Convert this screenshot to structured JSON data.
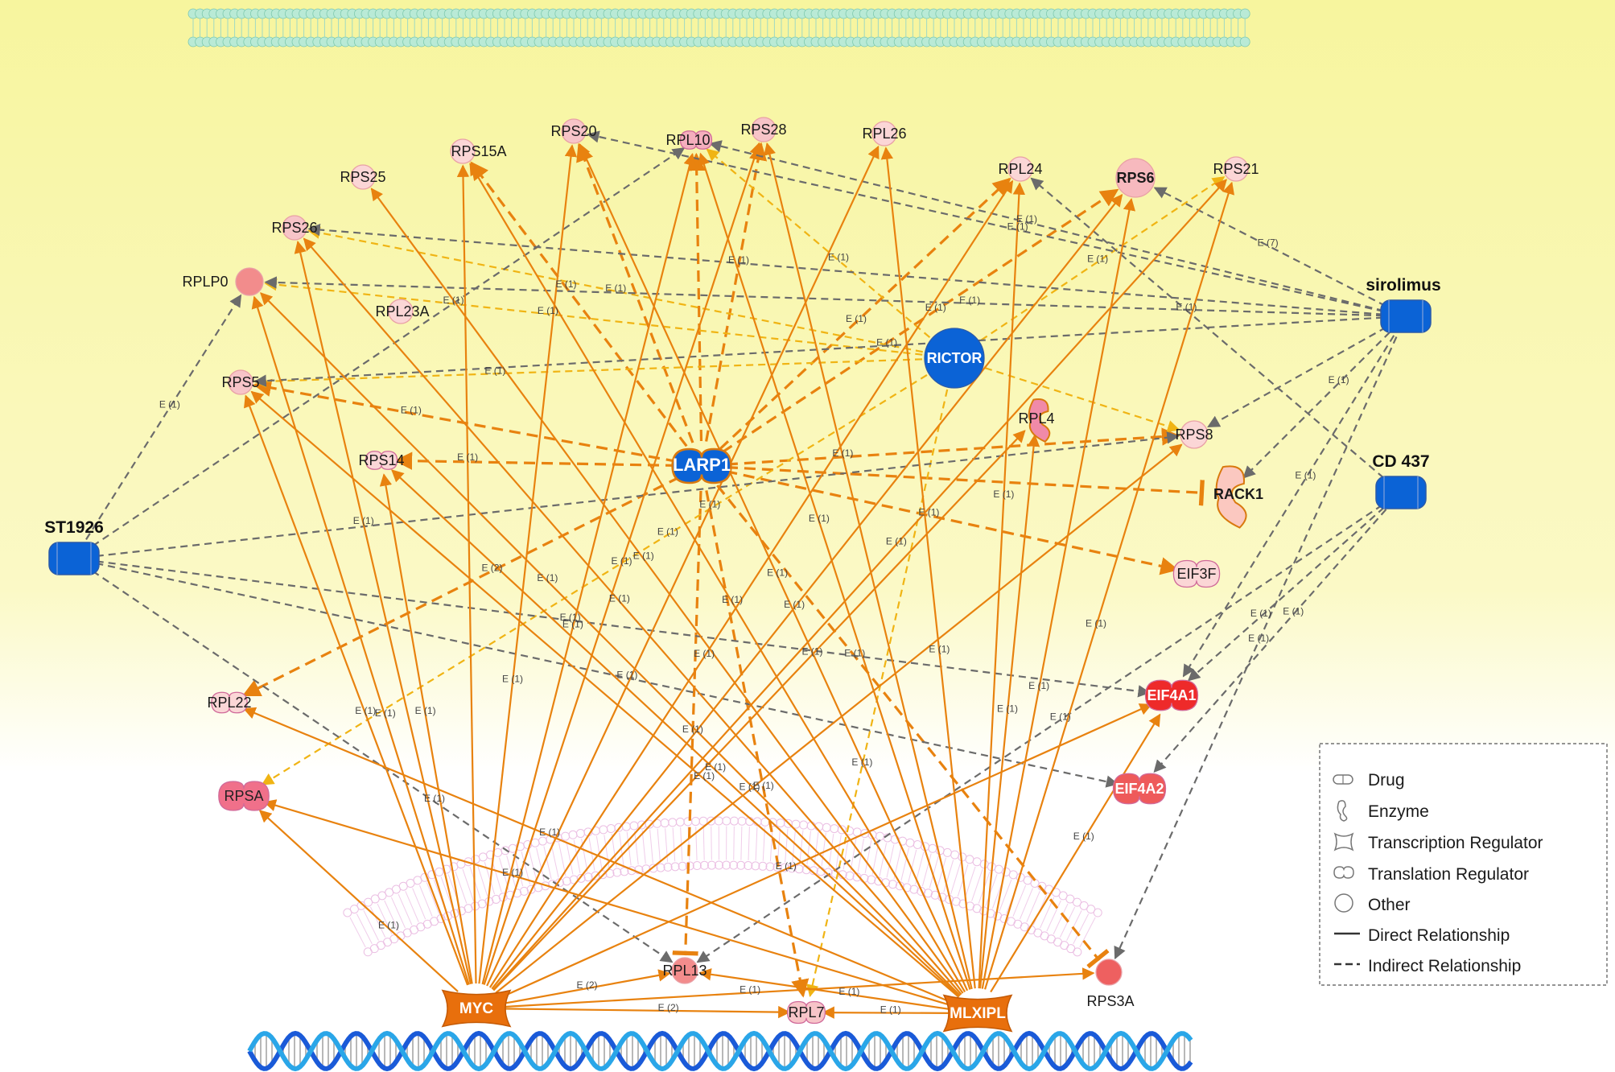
{
  "nodes": [
    {
      "id": "RPS20",
      "label": "RPS20",
      "type": "other",
      "fill": "#f7c4c8"
    },
    {
      "id": "RPL10",
      "label": "RPL10",
      "type": "translation",
      "fill": "#f4aebd"
    },
    {
      "id": "RPS28",
      "label": "RPS28",
      "type": "other",
      "fill": "#f7c4c8"
    },
    {
      "id": "RPL26",
      "label": "RPL26",
      "type": "other",
      "fill": "#fbd6d6"
    },
    {
      "id": "RPS15A",
      "label": "RPS15A",
      "type": "other",
      "fill": "#fbd6d6"
    },
    {
      "id": "RPS25",
      "label": "RPS25",
      "type": "other",
      "fill": "#fbd6d6"
    },
    {
      "id": "RPL24",
      "label": "RPL24",
      "type": "other",
      "fill": "#fbd6d6"
    },
    {
      "id": "RPS6",
      "label": "RPS6",
      "type": "other",
      "fill": "#f7b9be"
    },
    {
      "id": "RPS21",
      "label": "RPS21",
      "type": "other",
      "fill": "#fbd6d6"
    },
    {
      "id": "RPS26",
      "label": "RPS26",
      "type": "other",
      "fill": "#f7c4c8"
    },
    {
      "id": "RPLP0",
      "label": "RPLP0",
      "type": "other",
      "fill": "#f28c8c"
    },
    {
      "id": "RPL23A",
      "label": "RPL23A",
      "type": "other",
      "fill": "#fbd6d6"
    },
    {
      "id": "RICTOR",
      "label": "RICTOR",
      "type": "other",
      "fill": "#0b63d6"
    },
    {
      "id": "RPS5",
      "label": "RPS5",
      "type": "other",
      "fill": "#f7c4c8"
    },
    {
      "id": "RPL4",
      "label": "RPL4",
      "type": "enzyme",
      "fill": "#f08aa8"
    },
    {
      "id": "RPS8",
      "label": "RPS8",
      "type": "other",
      "fill": "#fbd6d6"
    },
    {
      "id": "RPS14",
      "label": "RPS14",
      "type": "translation",
      "fill": "#fbd6d6"
    },
    {
      "id": "LARP1",
      "label": "LARP1",
      "type": "translation",
      "fill": "#0b63d6"
    },
    {
      "id": "RACK1",
      "label": "RACK1",
      "type": "enzyme",
      "fill": "#fbc8c0"
    },
    {
      "id": "EIF3F",
      "label": "EIF3F",
      "type": "translation",
      "fill": "#fbd6d6"
    },
    {
      "id": "ST1926",
      "label": "ST1926",
      "type": "drug",
      "fill": "#0b63d6"
    },
    {
      "id": "sirolimus",
      "label": "sirolimus",
      "type": "drug",
      "fill": "#0b63d6"
    },
    {
      "id": "CD437",
      "label": "CD 437",
      "type": "drug",
      "fill": "#0b63d6"
    },
    {
      "id": "EIF4A1",
      "label": "EIF4A1",
      "type": "translation",
      "fill": "#ee2a2a"
    },
    {
      "id": "EIF4A2",
      "label": "EIF4A2",
      "type": "translation",
      "fill": "#ee5a5a"
    },
    {
      "id": "RPL22",
      "label": "RPL22",
      "type": "translation",
      "fill": "#fbd6d6"
    },
    {
      "id": "RPSA",
      "label": "RPSA",
      "type": "translation",
      "fill": "#f0708a"
    },
    {
      "id": "RPL13",
      "label": "RPL13",
      "type": "other",
      "fill": "#f28c8c"
    },
    {
      "id": "RPL7",
      "label": "RPL7",
      "type": "translation",
      "fill": "#f7c4c8"
    },
    {
      "id": "RPS3A",
      "label": "RPS3A",
      "type": "other",
      "fill": "#ee6060"
    },
    {
      "id": "MYC",
      "label": "MYC",
      "type": "transcription",
      "fill": "#e86f0c"
    },
    {
      "id": "MLXIPL",
      "label": "MLXIPL",
      "type": "transcription",
      "fill": "#e86f0c"
    }
  ],
  "edges": [
    {
      "from": "LARP1",
      "to": "RPS20",
      "style": "dashed",
      "color": "orange",
      "label": "",
      "end": "arrow"
    },
    {
      "from": "LARP1",
      "to": "RPL10",
      "style": "dashed",
      "color": "orange",
      "label": "",
      "end": "arrow"
    },
    {
      "from": "LARP1",
      "to": "RPS28",
      "style": "dashed",
      "color": "orange",
      "label": "",
      "end": "arrow"
    },
    {
      "from": "LARP1",
      "to": "RPS15A",
      "style": "dashed",
      "color": "orange",
      "label": "E (1)",
      "end": "arrow"
    },
    {
      "from": "LARP1",
      "to": "RPS5",
      "style": "dashed",
      "color": "orange",
      "label": "E (1)",
      "end": "arrow"
    },
    {
      "from": "LARP1",
      "to": "RPS14",
      "style": "dashed",
      "color": "orange",
      "label": "",
      "end": "arrow"
    },
    {
      "from": "LARP1",
      "to": "RPL24",
      "style": "dashed",
      "color": "orange",
      "label": "E (1)",
      "end": "arrow"
    },
    {
      "from": "LARP1",
      "to": "RPS6",
      "style": "dashed",
      "color": "orange",
      "label": "E (1)",
      "end": "arrow"
    },
    {
      "from": "LARP1",
      "to": "RPS8",
      "style": "dashed",
      "color": "orange",
      "label": "",
      "end": "arrow"
    },
    {
      "from": "LARP1",
      "to": "RACK1",
      "style": "dashed",
      "color": "orange",
      "label": "",
      "end": "tee"
    },
    {
      "from": "LARP1",
      "to": "EIF3F",
      "style": "dashed",
      "color": "orange",
      "label": "E (1)",
      "end": "arrow"
    },
    {
      "from": "LARP1",
      "to": "RPL13",
      "style": "dashed",
      "color": "orange",
      "label": "E (1)",
      "end": "tee"
    },
    {
      "from": "LARP1",
      "to": "RPL7",
      "style": "dashed",
      "color": "orange",
      "label": "E (1)",
      "end": "arrow"
    },
    {
      "from": "LARP1",
      "to": "RPS3A",
      "style": "dashed",
      "color": "orange",
      "label": "E (1)",
      "end": "tee"
    },
    {
      "from": "LARP1",
      "to": "RPL22",
      "style": "dashed",
      "color": "orange",
      "label": "E (2)",
      "end": "arrow"
    },
    {
      "from": "RICTOR",
      "to": "RPS26",
      "style": "dashed",
      "color": "yellow",
      "label": "E (1)",
      "end": "arrow"
    },
    {
      "from": "RICTOR",
      "to": "RPLP0",
      "style": "dashed",
      "color": "yellow",
      "label": "E (1)",
      "end": "arrow"
    },
    {
      "from": "RICTOR",
      "to": "RPS5",
      "style": "dashed",
      "color": "yellow",
      "label": "E (1)",
      "end": "arrow"
    },
    {
      "from": "RICTOR",
      "to": "RPL10",
      "style": "dashed",
      "color": "yellow",
      "label": "E (1)",
      "end": "arrow"
    },
    {
      "from": "RICTOR",
      "to": "RPS21",
      "style": "dashed",
      "color": "yellow",
      "label": "E (1)",
      "end": "arrow"
    },
    {
      "from": "RICTOR",
      "to": "RPS8",
      "style": "dashed",
      "color": "yellow",
      "label": "",
      "end": "arrow"
    },
    {
      "from": "RICTOR",
      "to": "RPL7",
      "style": "dashed",
      "color": "yellow",
      "label": "E (1)",
      "end": "arrow"
    },
    {
      "from": "RICTOR",
      "to": "RPSA",
      "style": "dashed",
      "color": "yellow",
      "label": "E (1)",
      "end": "arrow"
    },
    {
      "from": "sirolimus",
      "to": "RPS20",
      "style": "dashed",
      "color": "gray",
      "label": "E (1)",
      "end": "arrow"
    },
    {
      "from": "sirolimus",
      "to": "RPL10",
      "style": "dashed",
      "color": "gray",
      "label": "E (1)",
      "end": "arrow"
    },
    {
      "from": "sirolimus",
      "to": "RPS26",
      "style": "dashed",
      "color": "gray",
      "label": "E (1)",
      "end": "arrow"
    },
    {
      "from": "sirolimus",
      "to": "RPLP0",
      "style": "dashed",
      "color": "gray",
      "label": "E (1)",
      "end": "arrow"
    },
    {
      "from": "sirolimus",
      "to": "RPS5",
      "style": "dashed",
      "color": "gray",
      "label": "E (1)",
      "end": "arrow"
    },
    {
      "from": "sirolimus",
      "to": "RPS6",
      "style": "dashed",
      "color": "gray",
      "label": "E (7)",
      "end": "arrow"
    },
    {
      "from": "sirolimus",
      "to": "RPS8",
      "style": "dashed",
      "color": "gray",
      "label": "",
      "end": "arrow"
    },
    {
      "from": "sirolimus",
      "to": "RACK1",
      "style": "dashed",
      "color": "gray",
      "label": "E (1)",
      "end": "arrow"
    },
    {
      "from": "sirolimus",
      "to": "EIF4A1",
      "style": "dashed",
      "color": "gray",
      "label": "E (1)",
      "end": "arrow"
    },
    {
      "from": "sirolimus",
      "to": "RPS3A",
      "style": "dashed",
      "color": "gray",
      "label": "E (1)",
      "end": "arrow"
    },
    {
      "from": "CD437",
      "to": "RPL24",
      "style": "dashed",
      "color": "gray",
      "label": "E (1)",
      "end": "arrow"
    },
    {
      "from": "CD437",
      "to": "EIF4A1",
      "style": "dashed",
      "color": "gray",
      "label": "E (1)",
      "end": "arrow"
    },
    {
      "from": "CD437",
      "to": "EIF4A2",
      "style": "dashed",
      "color": "gray",
      "label": "E (1)",
      "end": "arrow"
    },
    {
      "from": "CD437",
      "to": "RPL13",
      "style": "dashed",
      "color": "gray",
      "label": "E (1)",
      "end": "arrow"
    },
    {
      "from": "ST1926",
      "to": "RPLP0",
      "style": "dashed",
      "color": "gray",
      "label": "E (1)",
      "end": "arrow"
    },
    {
      "from": "ST1926",
      "to": "RPL10",
      "style": "dashed",
      "color": "gray",
      "label": "E (1)",
      "end": "arrow"
    },
    {
      "from": "ST1926",
      "to": "RPS8",
      "style": "dashed",
      "color": "gray",
      "label": "",
      "end": "arrow"
    },
    {
      "from": "ST1926",
      "to": "EIF4A1",
      "style": "dashed",
      "color": "gray",
      "label": "E (1)",
      "end": "arrow"
    },
    {
      "from": "ST1926",
      "to": "EIF4A2",
      "style": "dashed",
      "color": "gray",
      "label": "E (1)",
      "end": "arrow"
    },
    {
      "from": "ST1926",
      "to": "RPL13",
      "style": "dashed",
      "color": "gray",
      "label": "E (1)",
      "end": "arrow"
    },
    {
      "from": "MYC",
      "to": "RPS20",
      "style": "solid",
      "color": "orange",
      "label": "E (1)",
      "end": "arrow"
    },
    {
      "from": "MYC",
      "to": "RPL10",
      "style": "solid",
      "color": "orange",
      "label": "E (1)",
      "end": "arrow"
    },
    {
      "from": "MYC",
      "to": "RPS28",
      "style": "solid",
      "color": "orange",
      "label": "E (1)",
      "end": "arrow"
    },
    {
      "from": "MYC",
      "to": "RPL26",
      "style": "solid",
      "color": "orange",
      "label": "E (1)",
      "end": "arrow"
    },
    {
      "from": "MYC",
      "to": "RPS15A",
      "style": "solid",
      "color": "orange",
      "label": "E (1)",
      "end": "arrow"
    },
    {
      "from": "MYC",
      "to": "RPL24",
      "style": "solid",
      "color": "orange",
      "label": "E (1)",
      "end": "arrow"
    },
    {
      "from": "MYC",
      "to": "RPS6",
      "style": "solid",
      "color": "orange",
      "label": "E (1)",
      "end": "arrow"
    },
    {
      "from": "MYC",
      "to": "RPS21",
      "style": "solid",
      "color": "orange",
      "label": "E (1)",
      "end": "arrow"
    },
    {
      "from": "MYC",
      "to": "RPS26",
      "style": "solid",
      "color": "orange",
      "label": "E (1)",
      "end": "arrow"
    },
    {
      "from": "MYC",
      "to": "RPLP0",
      "style": "solid",
      "color": "orange",
      "label": "E (1)",
      "end": "arrow"
    },
    {
      "from": "MYC",
      "to": "RPS5",
      "style": "solid",
      "color": "orange",
      "label": "E (1)",
      "end": "arrow"
    },
    {
      "from": "MYC",
      "to": "RPS14",
      "style": "solid",
      "color": "orange",
      "label": "E (1)",
      "end": "arrow"
    },
    {
      "from": "MYC",
      "to": "RPL4",
      "style": "solid",
      "color": "orange",
      "label": "E (1)",
      "end": "arrow"
    },
    {
      "from": "MYC",
      "to": "RPS8",
      "style": "solid",
      "color": "orange",
      "label": "E (1)",
      "end": "arrow"
    },
    {
      "from": "MYC",
      "to": "EIF4A1",
      "style": "solid",
      "color": "orange",
      "label": "E (1)",
      "end": "arrow"
    },
    {
      "from": "MYC",
      "to": "RPL13",
      "style": "solid",
      "color": "orange",
      "label": "E (2)",
      "end": "arrow"
    },
    {
      "from": "MYC",
      "to": "RPL7",
      "style": "solid",
      "color": "orange",
      "label": "E (2)",
      "end": "arrow"
    },
    {
      "from": "MYC",
      "to": "RPSA",
      "style": "solid",
      "color": "orange",
      "label": "E (1)",
      "end": "arrow"
    },
    {
      "from": "MYC",
      "to": "RPS3A",
      "style": "solid",
      "color": "orange",
      "label": "E (1)",
      "end": "arrow"
    },
    {
      "from": "MLXIPL",
      "to": "RPS20",
      "style": "solid",
      "color": "orange",
      "label": "E (1)",
      "end": "arrow"
    },
    {
      "from": "MLXIPL",
      "to": "RPL10",
      "style": "solid",
      "color": "orange",
      "label": "E (1)",
      "end": "arrow"
    },
    {
      "from": "MLXIPL",
      "to": "RPS28",
      "style": "solid",
      "color": "orange",
      "label": "E (1)",
      "end": "arrow"
    },
    {
      "from": "MLXIPL",
      "to": "RPL26",
      "style": "solid",
      "color": "orange",
      "label": "E (1)",
      "end": "arrow"
    },
    {
      "from": "MLXIPL",
      "to": "RPS15A",
      "style": "solid",
      "color": "orange",
      "label": "E (1)",
      "end": "arrow"
    },
    {
      "from": "MLXIPL",
      "to": "RPS25",
      "style": "solid",
      "color": "orange",
      "label": "E (1)",
      "end": "arrow"
    },
    {
      "from": "MLXIPL",
      "to": "RPL24",
      "style": "solid",
      "color": "orange",
      "label": "E (1)",
      "end": "arrow"
    },
    {
      "from": "MLXIPL",
      "to": "RPS6",
      "style": "solid",
      "color": "orange",
      "label": "E (1)",
      "end": "arrow"
    },
    {
      "from": "MLXIPL",
      "to": "RPS21",
      "style": "solid",
      "color": "orange",
      "label": "E (1)",
      "end": "arrow"
    },
    {
      "from": "MLXIPL",
      "to": "RPS26",
      "style": "solid",
      "color": "orange",
      "label": "E (1)",
      "end": "arrow"
    },
    {
      "from": "MLXIPL",
      "to": "RPLP0",
      "style": "solid",
      "color": "orange",
      "label": "E (1)",
      "end": "arrow"
    },
    {
      "from": "MLXIPL",
      "to": "RPS5",
      "style": "solid",
      "color": "orange",
      "label": "E (1)",
      "end": "arrow"
    },
    {
      "from": "MLXIPL",
      "to": "RPS14",
      "style": "solid",
      "color": "orange",
      "label": "E (1)",
      "end": "arrow"
    },
    {
      "from": "MLXIPL",
      "to": "RPL4",
      "style": "solid",
      "color": "orange",
      "label": "E (1)",
      "end": "arrow"
    },
    {
      "from": "MLXIPL",
      "to": "RPL22",
      "style": "solid",
      "color": "orange",
      "label": "E (1)",
      "end": "arrow"
    },
    {
      "from": "MLXIPL",
      "to": "RPSA",
      "style": "solid",
      "color": "orange",
      "label": "E (1)",
      "end": "arrow"
    },
    {
      "from": "MLXIPL",
      "to": "RPL13",
      "style": "solid",
      "color": "orange",
      "label": "E (1)",
      "end": "arrow"
    },
    {
      "from": "MLXIPL",
      "to": "RPL7",
      "style": "solid",
      "color": "orange",
      "label": "E (1)",
      "end": "arrow"
    },
    {
      "from": "MLXIPL",
      "to": "EIF4A1",
      "style": "solid",
      "color": "orange",
      "label": "E (1)",
      "end": "arrow"
    }
  ],
  "legend": [
    {
      "key": "drug",
      "label": "Drug"
    },
    {
      "key": "enzyme",
      "label": "Enzyme"
    },
    {
      "key": "transcription",
      "label": "Transcription Regulator"
    },
    {
      "key": "translation",
      "label": "Translation Regulator"
    },
    {
      "key": "other",
      "label": "Other"
    },
    {
      "key": "direct",
      "label": "Direct Relationship"
    },
    {
      "key": "indirect",
      "label": "Indirect Relationship"
    }
  ],
  "colors": {
    "orange_edge": "#e8820f",
    "yellow_edge": "#f0b414",
    "gray_edge": "#6b6b6b",
    "background_top": "#f7f59e",
    "background_bottom": "#ffffff",
    "membrane_top": "#a8e2cf",
    "membrane_mid": "#efc8ea",
    "dna_blue": "#1a5ad8",
    "dna_cyan": "#2aa6e8",
    "dna_gray": "#b8b8b8",
    "drug_blue": "#0b63d6"
  }
}
